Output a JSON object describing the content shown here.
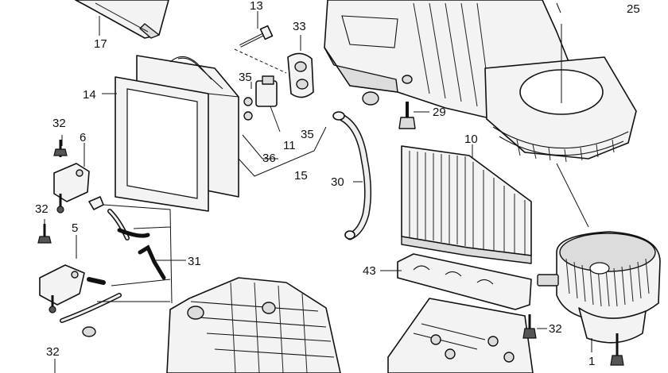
{
  "callouts": {
    "c25": "25",
    "c13": "13",
    "c33": "33",
    "c17": "17",
    "c14": "14",
    "c35a": "35",
    "c35b": "35",
    "c32a": "32",
    "c6": "6",
    "c11": "11",
    "c36": "36",
    "c15": "15",
    "c29": "29",
    "c10": "10",
    "c30": "30",
    "c32b": "32",
    "c5": "5",
    "c31": "31",
    "c43": "43",
    "c32c": "32",
    "c32d": "32",
    "c1": "1"
  }
}
